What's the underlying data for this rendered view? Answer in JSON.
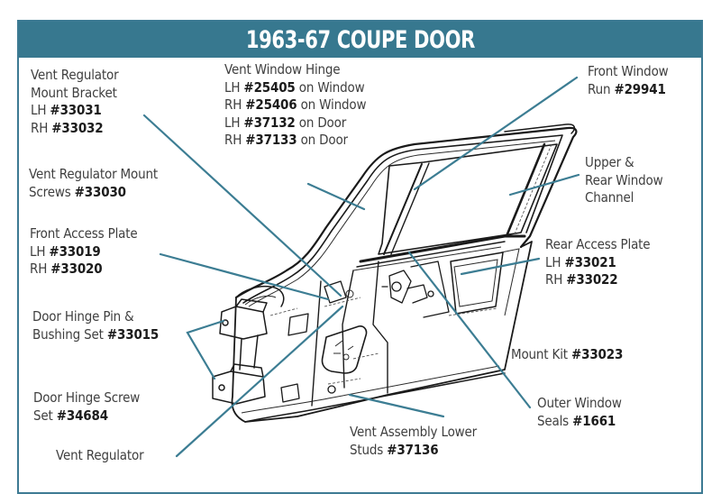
{
  "title": "1963-67 COUPE DOOR",
  "callouts": {
    "vent_regulator_mount_bracket": {
      "name": "Vent Regulator Mount Bracket",
      "line1": "Vent Regulator",
      "line2": "Mount Bracket",
      "lh_prefix": "LH ",
      "lh_part": "#33031",
      "rh_prefix": "RH ",
      "rh_part": "#33032"
    },
    "vent_regulator_mount_screws": {
      "line1": "Vent Regulator Mount",
      "line2_prefix": "Screws ",
      "part": "#33030"
    },
    "front_access_plate": {
      "line1": "Front Access Plate",
      "lh_prefix": "LH ",
      "lh_part": "#33019",
      "rh_prefix": "RH ",
      "rh_part": "#33020"
    },
    "door_hinge_pin_bushing": {
      "line1": "Door Hinge Pin &",
      "line2_prefix": "Bushing Set ",
      "part": "#33015"
    },
    "door_hinge_screw_set": {
      "line1": "Door Hinge Screw",
      "line2_prefix": "Set ",
      "part": "#34684"
    },
    "vent_regulator": {
      "line1": "Vent Regulator"
    },
    "vent_window_hinge": {
      "line1": "Vent Window Hinge",
      "rows": [
        {
          "side": "LH ",
          "part": "#25405",
          "suffix": " on Window"
        },
        {
          "side": "RH ",
          "part": "#25406",
          "suffix": " on Window"
        },
        {
          "side": "LH ",
          "part": "#37132",
          "suffix": " on Door"
        },
        {
          "side": "RH ",
          "part": "#37133",
          "suffix": " on Door"
        }
      ]
    },
    "front_window_run": {
      "line1": "Front Window",
      "line2_prefix": "Run ",
      "part": "#29941"
    },
    "upper_rear_window_channel": {
      "line1": "Upper &",
      "line2": "Rear Window",
      "line3": "Channel"
    },
    "rear_access_plate": {
      "line1": "Rear Access Plate",
      "lh_prefix": "LH ",
      "lh_part": "#33021",
      "rh_prefix": "RH ",
      "rh_part": "#33022"
    },
    "mount_kit": {
      "line1_prefix": "Mount Kit ",
      "part": "#33023"
    },
    "outer_window_seals": {
      "line1": "Outer Window",
      "line2_prefix": "Seals ",
      "part": "#1661"
    },
    "vent_assembly_lower_studs": {
      "line1": "Vent Assembly Lower",
      "line2_prefix": "Studs ",
      "part": "#37136"
    }
  },
  "colors": {
    "header": "#37788f",
    "border": "#3d7a93",
    "leader": "#3c7d93",
    "text": "#3f3f3f",
    "part_number": "#1c1c1c"
  }
}
